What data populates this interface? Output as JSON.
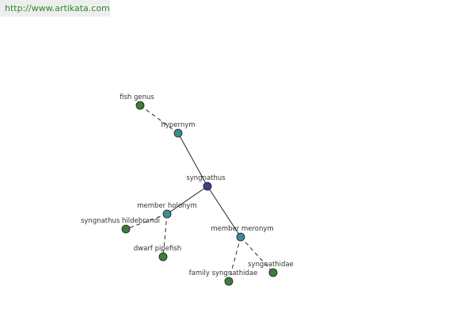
{
  "banner": {
    "url": "http://www.artikata.com"
  },
  "colors": {
    "center_node": "#3b3f8f",
    "relation_node": "#3d8c94",
    "leaf_node": "#3f7d3a",
    "node_stroke": "#1a1a1a",
    "edge": "#111111",
    "label": "#333333"
  },
  "graph": {
    "center": "syngnathus",
    "nodes": [
      {
        "id": "syngnathus",
        "label": "syngnathus",
        "kind": "center"
      },
      {
        "id": "hypernym",
        "label": "hypernym",
        "kind": "relation"
      },
      {
        "id": "member-holonym",
        "label": "member holonym",
        "kind": "relation"
      },
      {
        "id": "member-meronym",
        "label": "member meronym",
        "kind": "relation"
      },
      {
        "id": "fish-genus",
        "label": "fish genus",
        "kind": "leaf"
      },
      {
        "id": "syngnathus-hildebrandi",
        "label": "syngnathus hildebrandi",
        "kind": "leaf"
      },
      {
        "id": "dwarf-pipefish",
        "label": "dwarf pipefish",
        "kind": "leaf"
      },
      {
        "id": "family-syngnathidae",
        "label": "family syngnathidae",
        "kind": "leaf"
      },
      {
        "id": "syngnathidae",
        "label": "syngnathidae",
        "kind": "leaf"
      }
    ],
    "edges": [
      {
        "from": "syngnathus",
        "to": "hypernym",
        "style": "solid"
      },
      {
        "from": "syngnathus",
        "to": "member-holonym",
        "style": "solid"
      },
      {
        "from": "syngnathus",
        "to": "member-meronym",
        "style": "solid"
      },
      {
        "from": "hypernym",
        "to": "fish-genus",
        "style": "dashed"
      },
      {
        "from": "member-holonym",
        "to": "syngnathus-hildebrandi",
        "style": "dashed"
      },
      {
        "from": "member-holonym",
        "to": "dwarf-pipefish",
        "style": "dashed"
      },
      {
        "from": "member-meronym",
        "to": "family-syngnathidae",
        "style": "dashed"
      },
      {
        "from": "member-meronym",
        "to": "syngnathidae",
        "style": "dashed"
      }
    ]
  }
}
